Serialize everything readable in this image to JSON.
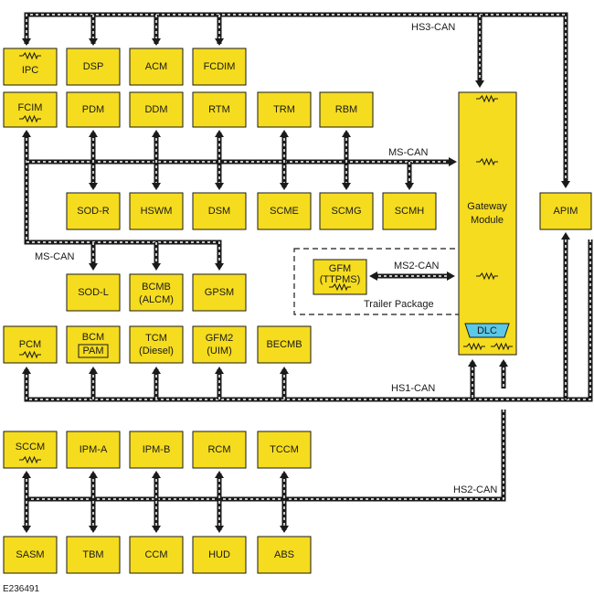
{
  "buses": {
    "hs3": "HS3-CAN",
    "ms_top": "MS-CAN",
    "ms_left": "MS-CAN",
    "ms2": "MS2-CAN",
    "hs1": "HS1-CAN",
    "hs2": "HS2-CAN"
  },
  "modules": {
    "ipc": "IPC",
    "dsp": "DSP",
    "acm": "ACM",
    "fcdim": "FCDIM",
    "fcim": "FCIM",
    "pdm": "PDM",
    "ddm": "DDM",
    "rtm": "RTM",
    "trm": "TRM",
    "rbm": "RBM",
    "sod_r": "SOD-R",
    "hswm": "HSWM",
    "dsm": "DSM",
    "scme": "SCME",
    "scmg": "SCMG",
    "scmh": "SCMH",
    "sod_l": "SOD-L",
    "bcmb_1": "BCMB",
    "bcmb_2": "(ALCM)",
    "gpsm": "GPSM",
    "gateway_1": "Gateway",
    "gateway_2": "Module",
    "apim": "APIM",
    "gfm_1": "GFM",
    "gfm_2": "(TTPMS)",
    "dlc": "DLC",
    "pcm": "PCM",
    "bcm": "BCM",
    "pam": "PAM",
    "tcm_1": "TCM",
    "tcm_2": "(Diesel)",
    "gfm2_1": "GFM2",
    "gfm2_2": "(UIM)",
    "becmb": "BECMB",
    "sccm": "SCCM",
    "ipm_a": "IPM-A",
    "ipm_b": "IPM-B",
    "rcm": "RCM",
    "tccm": "TCCM",
    "sasm": "SASM",
    "tbm": "TBM",
    "ccm": "CCM",
    "hud": "HUD",
    "abs": "ABS"
  },
  "trailer_package": "Trailer Package",
  "figure_id": "E236491",
  "colors": {
    "module_fill": "#f5dc1e",
    "dlc_fill": "#5bc8e8",
    "bus": "#1a1a1a"
  }
}
